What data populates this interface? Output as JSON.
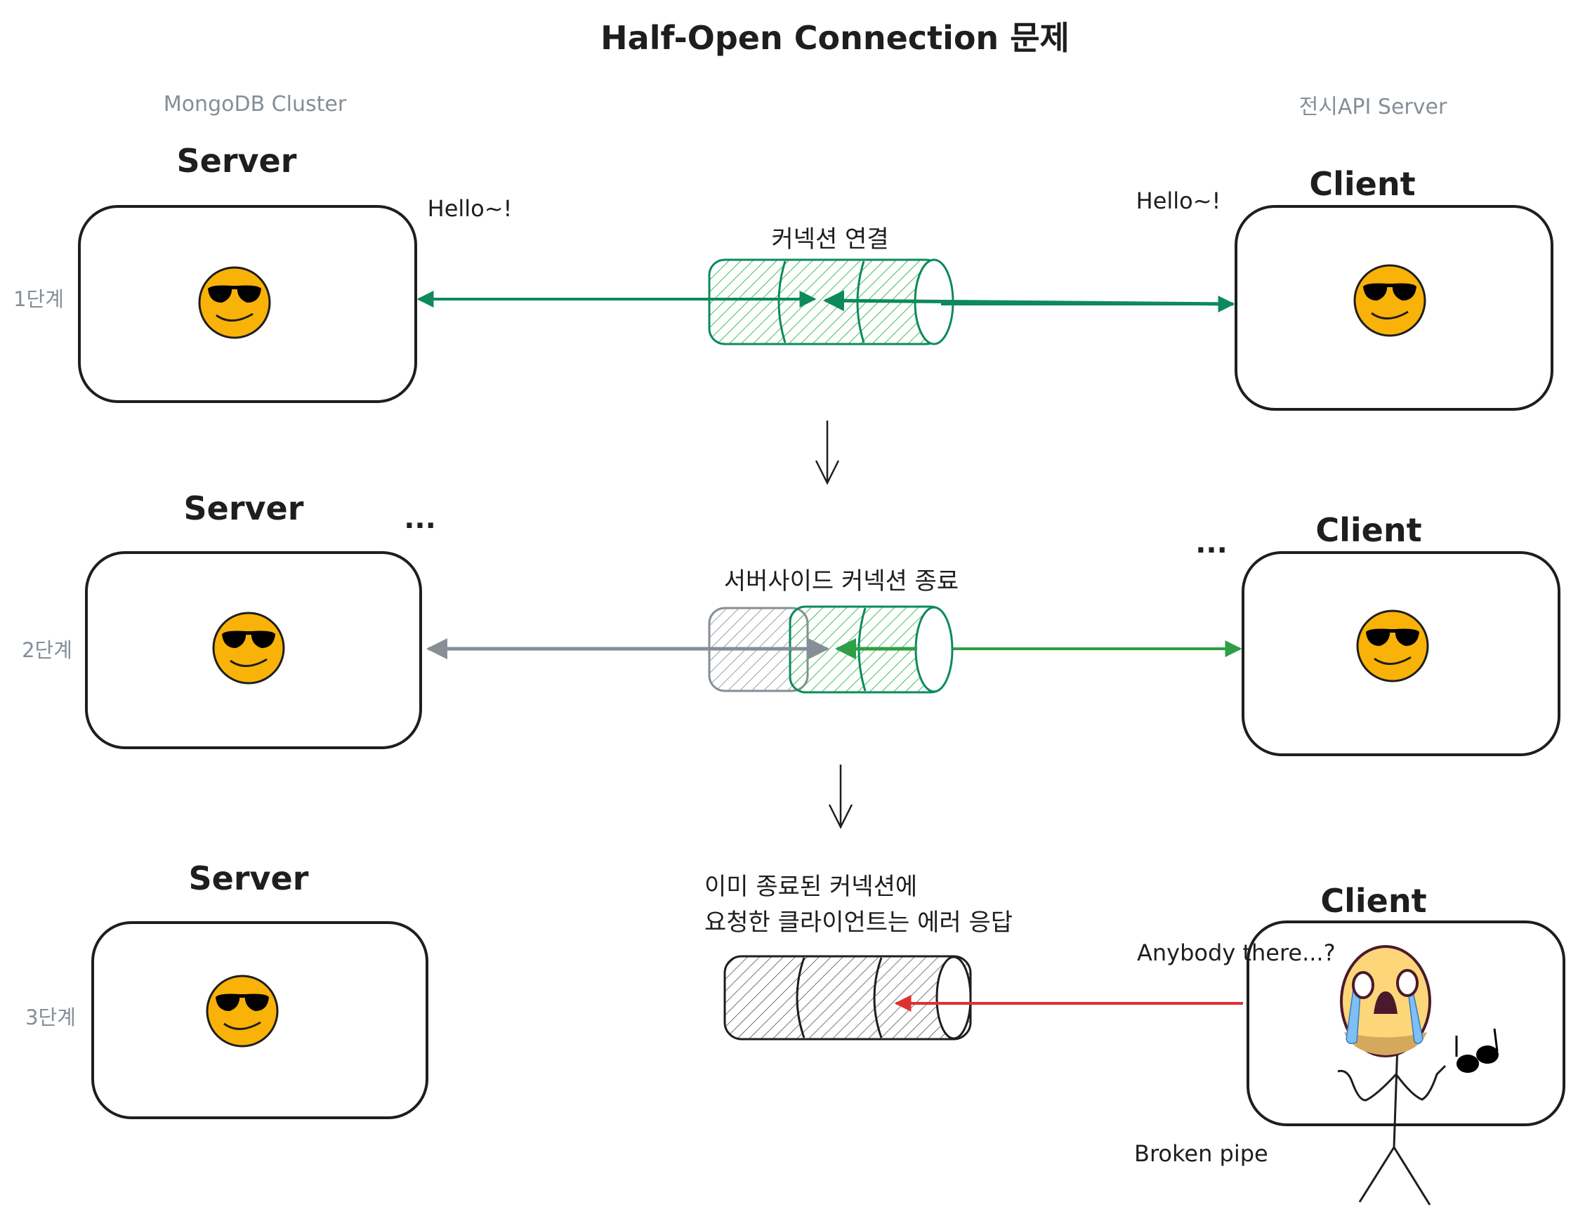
{
  "title": "Half-Open Connection 문제",
  "groups": {
    "server_group": "MongoDB Cluster",
    "client_group": "전시API Server"
  },
  "stages": [
    {
      "label": "1단계",
      "server_title": "Server",
      "client_title": "Client",
      "server_note": "Hello~!",
      "client_note": "Hello~!",
      "connection_label": "커넥션 연결",
      "connection_state": "open"
    },
    {
      "label": "2단계",
      "server_title": "Server",
      "client_title": "Client",
      "server_note": "...",
      "client_note": "...",
      "connection_label": "서버사이드 커넥션 종료",
      "connection_state": "half-open"
    },
    {
      "label": "3단계",
      "server_title": "Server",
      "client_title": "Client",
      "client_note": "Anybody there...?",
      "error_note": "Broken pipe",
      "connection_label_lines": [
        "이미 종료된 커넥션에",
        "요청한 클라이언트는 에러 응답"
      ],
      "connection_state": "closed"
    }
  ],
  "icons": {
    "happy_face": "cool-sunglasses-face-icon",
    "sad_face": "crying-face-icon",
    "flow_arrow": "down-arrow-icon"
  },
  "colors": {
    "open_connection": "#0c8a5c",
    "open_fill": "#40c057",
    "client_side_active": "#2f9e44",
    "closed_server_side": "#868e96",
    "error": "#e03131",
    "face": "#f9b208",
    "stroke": "#1e1e1e"
  }
}
